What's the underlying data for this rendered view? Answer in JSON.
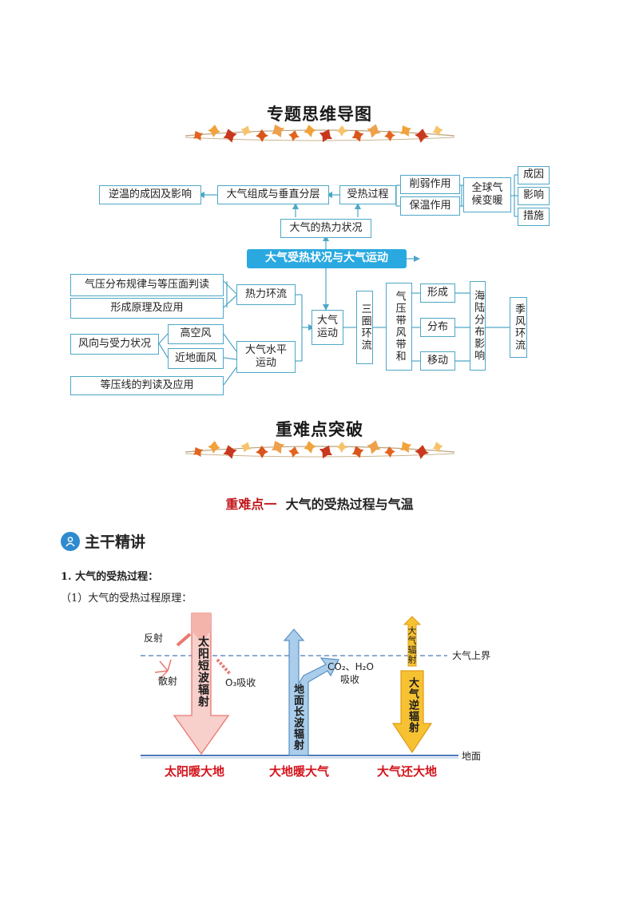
{
  "mindmap": {
    "title": "专题思维导图",
    "nodes": {
      "inversion": "逆温的成因及影响",
      "composition": "大气组成与垂直分层",
      "heating_process": "受热过程",
      "weakening": "削弱作用",
      "insulation": "保温作用",
      "global_warming": "全球气候变暖",
      "cause": "成因",
      "impact": "影响",
      "measures": "措施",
      "thermal_state": "大气的热力状况",
      "core": "大气受热状况与大气运动",
      "pressure_rule": "气压分布规律与等压面判读",
      "formation_principle": "形成原理及应用",
      "thermal_circulation": "热力环流",
      "wind_force": "风向与受力状况",
      "high_wind": "高空风",
      "surface_wind": "近地面风",
      "horizontal_motion": "大气水平运动",
      "isobar": "等压线的判读及应用",
      "atmos_motion": "大气运动",
      "three_cells": "三圈环流",
      "pressure_belts": "气压带风带和",
      "formation": "形成",
      "distribution": "分布",
      "movement": "移动",
      "land_sea": "海陆分布影响",
      "monsoon": "季风环流"
    }
  },
  "section2": {
    "title": "重难点突破",
    "subtitle_red": "重难点一",
    "subtitle_black": "大气的受热过程与气温"
  },
  "main_points": {
    "icon": "person-icon",
    "title": "主干精讲",
    "item1": "1.  大气的受热过程：",
    "item1_1": "（1）大气的受热过程原理："
  },
  "diagram": {
    "reflect": "反射",
    "scatter": "散射",
    "o3_absorb": "O₃吸收",
    "solar": "太阳短波辐射",
    "ground_rad": "地面长波辐射",
    "co2_h2o": "CO₂、H₂O",
    "absorb": "吸收",
    "atmos_rad": "大气辐射",
    "counter_rad": "大气逆辐射",
    "upper_boundary": "大气上界",
    "ground": "地面",
    "sun_warms": "太阳暖大地",
    "earth_warms": "大地暖大气",
    "atmos_returns": "大气还大地"
  },
  "colors": {
    "box_border": "#4ea7c6",
    "core_fill": "#2aa9e0",
    "red": "#d4141c",
    "solar_fill": "#f6c9c5",
    "ground_fill": "#a9cdea",
    "counter_fill": "#f6c232"
  }
}
